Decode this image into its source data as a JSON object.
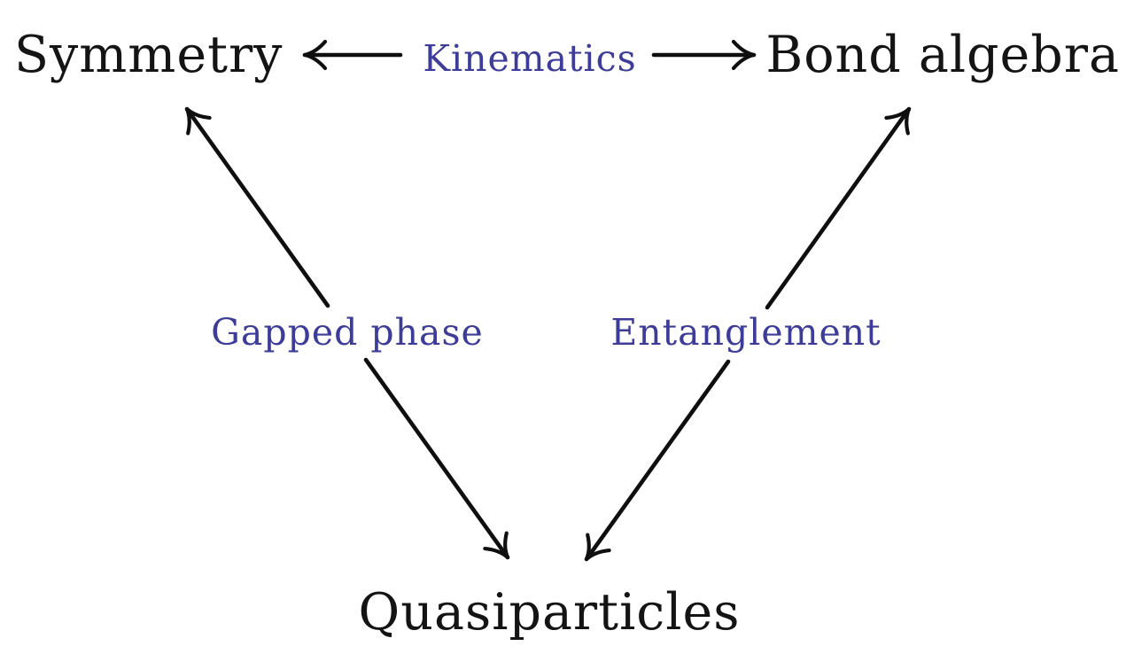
{
  "diagram": {
    "type": "concept-triangle",
    "background": "#ffffff",
    "nodes": [
      {
        "id": "symmetry",
        "label": "Symmetry",
        "position": "top-left",
        "color": "#141414"
      },
      {
        "id": "bond-algebra",
        "label": "Bond algebra",
        "position": "top-right",
        "color": "#141414"
      },
      {
        "id": "quasiparticles",
        "label": "Quasiparticles",
        "position": "bottom-center",
        "color": "#141414"
      }
    ],
    "edges": [
      {
        "label": "Kinematics",
        "between": [
          "Symmetry",
          "Bond algebra"
        ],
        "style": "double-headed-arrow",
        "label_color": "#3d3d99"
      },
      {
        "label": "Gapped phase",
        "between": [
          "Symmetry",
          "Quasiparticles"
        ],
        "style": "double-headed-arrow",
        "label_color": "#3d3d99"
      },
      {
        "label": "Entanglement",
        "between": [
          "Bond algebra",
          "Quasiparticles"
        ],
        "style": "double-headed-arrow",
        "label_color": "#3d3d99"
      }
    ],
    "colors": {
      "node_text": "#141414",
      "edge_label": "#3d3d99",
      "arrow": "#0f0f0f",
      "background": "#ffffff"
    }
  }
}
